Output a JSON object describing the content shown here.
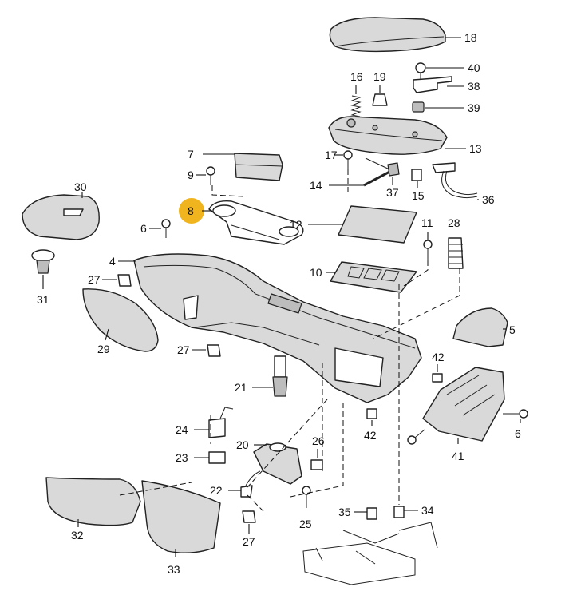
{
  "diagram": {
    "highlight_color": "#f0b41e",
    "highlighted_part": "8",
    "labels": {
      "l18": "18",
      "l40": "40",
      "l38": "38",
      "l16": "16",
      "l19": "19",
      "l39": "39",
      "l13": "13",
      "l17": "17",
      "l14": "14",
      "l37": "37",
      "l15": "15",
      "l36": "36",
      "l7": "7",
      "l9": "9",
      "l30": "30",
      "l8": "8",
      "l12": "12",
      "l11": "11",
      "l28": "28",
      "l6a": "6",
      "l4": "4",
      "l10": "10",
      "l27a": "27",
      "l31": "31",
      "l29": "29",
      "l27b": "27",
      "l5": "5",
      "l21": "21",
      "l42a": "42",
      "l42b": "42",
      "l6b": "6",
      "l24": "24",
      "l41": "41",
      "l20": "20",
      "l26": "26",
      "l23": "23",
      "l22": "22",
      "l25": "25",
      "l35": "35",
      "l34": "34",
      "l32": "32",
      "l33": "33",
      "l27c": "27"
    }
  }
}
